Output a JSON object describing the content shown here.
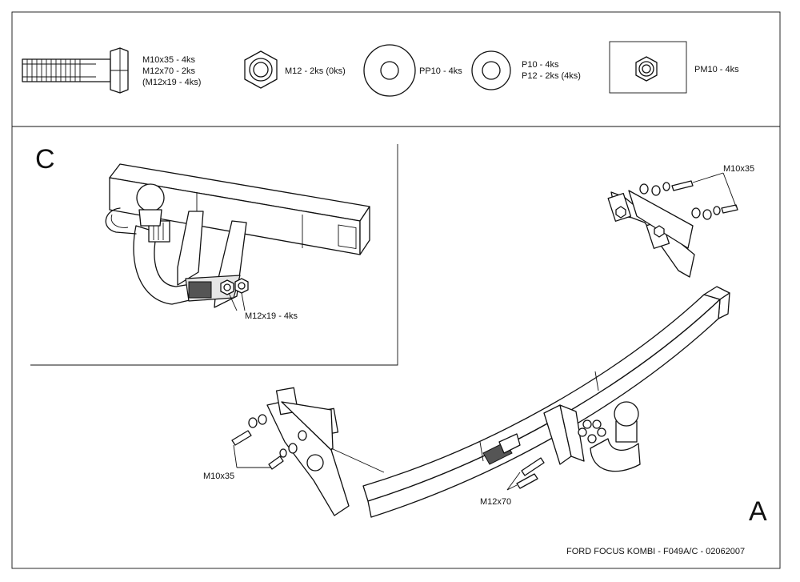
{
  "parts_legend": {
    "bolt_lines": [
      "M10x35 - 4ks",
      "M12x70 - 2ks",
      "(M12x19 - 4ks)"
    ],
    "nut": "M12 - 2ks (0ks)",
    "washer_large": "PP10 - 4ks",
    "washer_small_lines": [
      "P10 - 4ks",
      "P12 - 2ks (4ks)"
    ],
    "lock_nut": "PM10 - 4ks"
  },
  "detail_c": {
    "letter": "C",
    "bolt_label": "M12x19 - 4ks"
  },
  "main_view": {
    "letter": "A",
    "bolt_label_top_right": "M10x35",
    "bolt_label_left": "M10x35",
    "bolt_label_center": "M12x70"
  },
  "footer": {
    "caption": "FORD FOCUS KOMBI - F049A/C - 02062007"
  }
}
